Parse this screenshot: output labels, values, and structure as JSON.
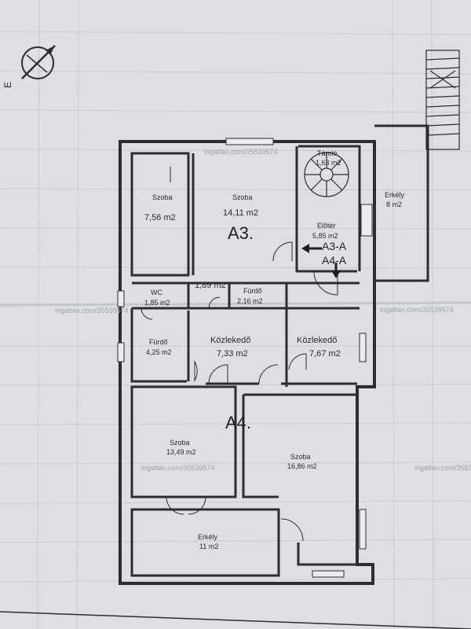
{
  "rooms": [
    {
      "id": "szoba-1",
      "name": "Szoba",
      "area": "7,56 m2"
    },
    {
      "id": "szoba-2",
      "name": "Szoba",
      "area": "14,11 m2"
    },
    {
      "id": "lepcso",
      "name": "Tároló",
      "area": "1,63 m2"
    },
    {
      "id": "eloter",
      "name": "Előtér",
      "area": "5,85 m2"
    },
    {
      "id": "erkely-1",
      "name": "Erkély",
      "area": "8 m2"
    },
    {
      "id": "wc",
      "name": "WC",
      "area": "1,85 m2"
    },
    {
      "id": "small-189",
      "name": "",
      "area": "1,89 m2"
    },
    {
      "id": "furdo-1",
      "name": "Fürdő",
      "area": "2,16 m2"
    },
    {
      "id": "furdo-2",
      "name": "Fürdő",
      "area": "4,25 m2"
    },
    {
      "id": "kozlekedo-1",
      "name": "Közlekedő",
      "area": "7,33 m2"
    },
    {
      "id": "kozlekedo-2",
      "name": "Közlekedő",
      "area": "7,67 m2"
    },
    {
      "id": "szoba-3",
      "name": "Szoba",
      "area": "13,49 m2"
    },
    {
      "id": "szoba-4",
      "name": "Szoba",
      "area": "16,86 m2"
    },
    {
      "id": "erkely-2",
      "name": "Erkély",
      "area": "11 m2"
    }
  ],
  "units": {
    "a3": "A3.",
    "a4": "A4."
  },
  "tags": {
    "a3a": "A3-A",
    "a4a": "A4-A"
  },
  "compass": {
    "letter": "E"
  },
  "watermark": "ingatlan.com/35539574"
}
